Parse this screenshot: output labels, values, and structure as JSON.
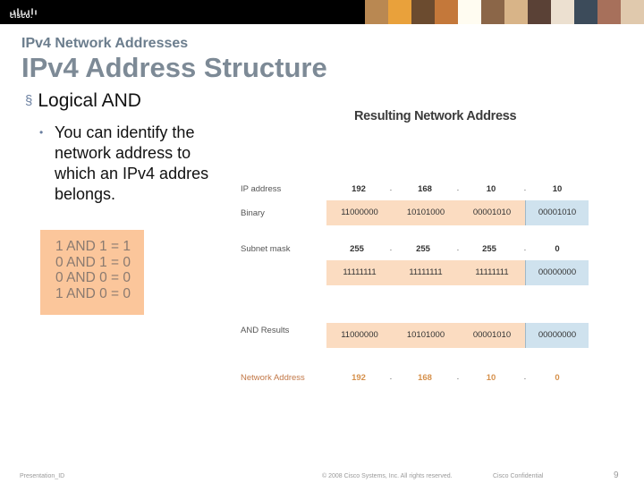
{
  "header": {
    "logo_text": "cisco.",
    "photo_colors": [
      "#b98852",
      "#e9a13b",
      "#6b4b2f",
      "#c4783a",
      "#fffcf1",
      "#8b6648",
      "#d8b488",
      "#5a4136",
      "#ece0d0",
      "#3c4b5a",
      "#a7705b",
      "#e0c9ad"
    ]
  },
  "slide": {
    "section_title": "IPv4 Network Addresses",
    "title": "IPv4 Address Structure",
    "bullet1": "Logical AND",
    "bullet2": "You can identify the\nnetwork address to\nwhich an IPv4 addres\nbelongs.",
    "truth_table": [
      "1 AND 1 = 1",
      "0 AND 1 = 0",
      "0 AND 0 = 0",
      "1 AND 0 = 0"
    ]
  },
  "diagram": {
    "title": "Resulting Network Address",
    "ip_address": {
      "label": "IP address",
      "octets": [
        "192",
        "168",
        "10",
        "10"
      ]
    },
    "binary": {
      "label": "Binary",
      "octets": [
        "11000000",
        "10101000",
        "00001010",
        "00001010"
      ]
    },
    "subnet_mask": {
      "label": "Subnet mask",
      "octets": [
        "255",
        "255",
        "255",
        "0"
      ]
    },
    "mask_binary": {
      "octets": [
        "11111111",
        "11111111",
        "11111111",
        "00000000"
      ]
    },
    "and_results": {
      "label": "AND Results",
      "octets": [
        "11000000",
        "10101000",
        "00001010",
        "00000000"
      ]
    },
    "network_address": {
      "label": "Network Address",
      "octets": [
        "192",
        "168",
        "10",
        "0"
      ]
    }
  },
  "footer": {
    "presentation_id": "Presentation_ID",
    "copyright": "© 2008 Cisco Systems, Inc. All rights reserved.",
    "confidential": "Cisco Confidential",
    "page_number": "9"
  },
  "colors": {
    "strip": "#fbdcc1",
    "highlight": "#cfe2ee",
    "truth_box": "#fbc69b",
    "accent": "#d6914c"
  }
}
